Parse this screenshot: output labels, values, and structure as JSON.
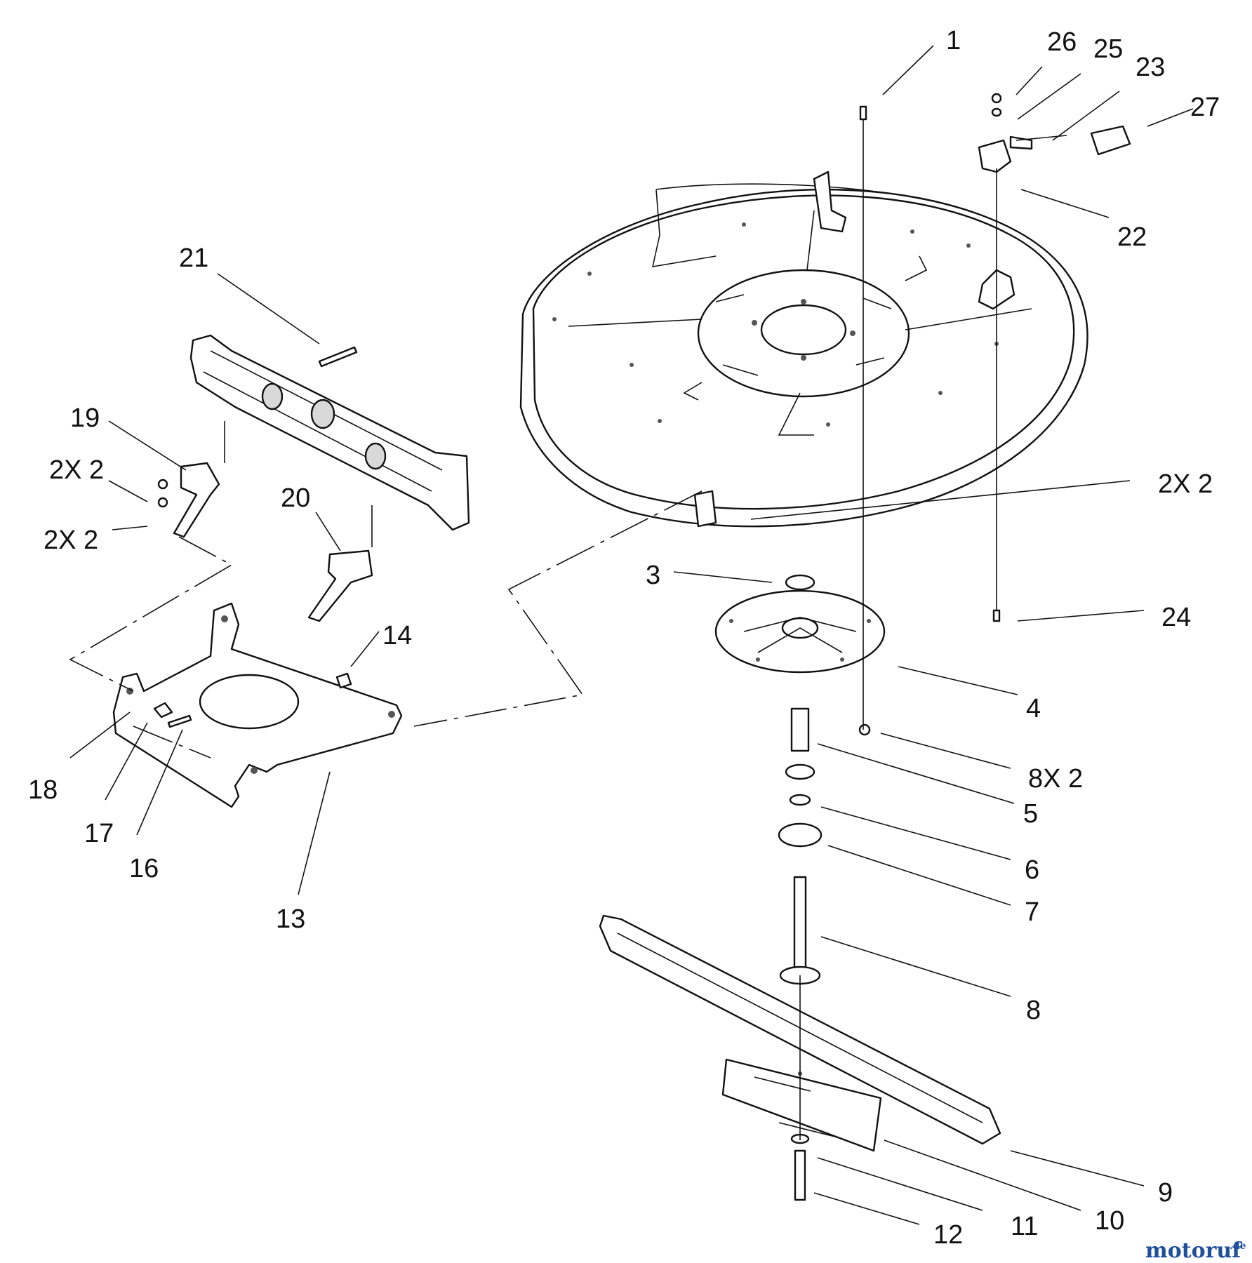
{
  "labels": {
    "l1": "1",
    "l26": "26",
    "l25": "25",
    "l23": "23",
    "l27": "27",
    "l22": "22",
    "l21": "21",
    "l19": "19",
    "l2x2_a": "2X 2",
    "l2x2_b": "2X 2",
    "l20": "20",
    "l2x2_c": "2X 2",
    "l3": "3",
    "l24": "24",
    "l14": "14",
    "l4": "4",
    "l18": "18",
    "l17": "17",
    "l16": "16",
    "l8x2": "8X 2",
    "l5": "5",
    "l6": "6",
    "l7": "7",
    "l13": "13",
    "l8": "8",
    "l9": "9",
    "l10": "10",
    "l11": "11",
    "l12": "12"
  },
  "watermark": {
    "brand": "motoruf",
    "suffix": ".de",
    "color_main": "#1f4e9c",
    "color_accent": "#e07a1c"
  }
}
